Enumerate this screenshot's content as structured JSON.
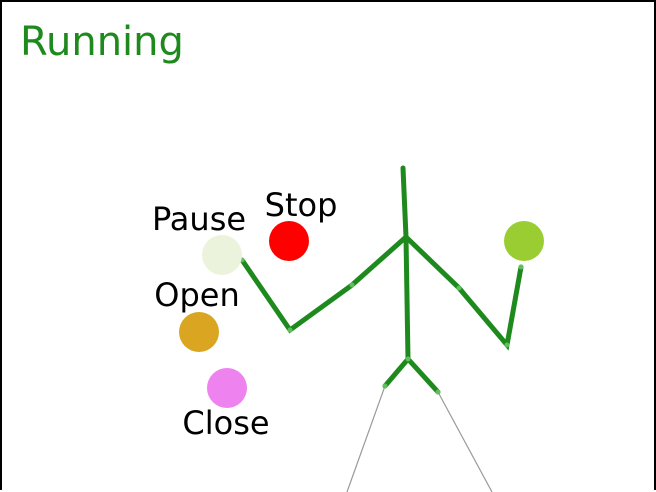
{
  "status": {
    "text": "Running",
    "color": "#1e8a1e"
  },
  "buttons": {
    "pause": {
      "label": "Pause",
      "color": "#ebf3dc"
    },
    "stop": {
      "label": "Stop",
      "color": "#ff0000"
    },
    "open": {
      "label": "Open",
      "color": "#daa520"
    },
    "close": {
      "label": "Close",
      "color": "#ee82ee"
    }
  },
  "hand_target": {
    "color": "#9acd32"
  },
  "figure": {
    "color": "#1e8a1e",
    "joint_color": "#5fbf5f",
    "leg_line_color": "#999999"
  }
}
